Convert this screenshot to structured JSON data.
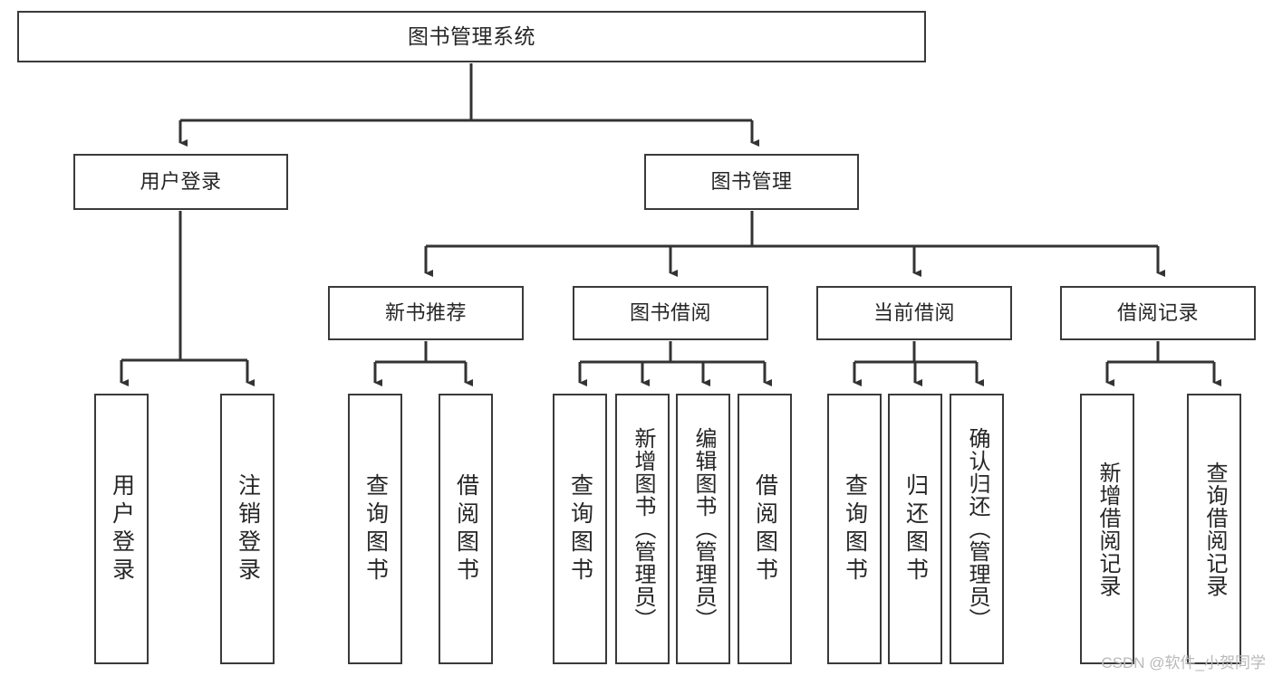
{
  "diagram": {
    "type": "tree-hierarchy",
    "title": "图书管理系统",
    "watermark": "CSDN @软件_小贺同学",
    "colors": {
      "box_border": "#3a3a3a",
      "box_fill": "#ffffff",
      "connector": "#333333",
      "text": "#262626",
      "background": "#ffffff",
      "watermark": "#b9b9b9"
    },
    "levels": [
      {
        "level": 1,
        "name": "root"
      },
      {
        "level": 2,
        "name": "modules"
      },
      {
        "level": 3,
        "name": "sub-modules"
      },
      {
        "level": 4,
        "name": "operations"
      }
    ]
  },
  "nodes": {
    "root": {
      "id": "root",
      "label": "图书管理系统",
      "level": 1
    },
    "level2": [
      {
        "id": "user-login",
        "label": "用户登录",
        "level": 2
      },
      {
        "id": "book-manage",
        "label": "图书管理",
        "level": 2
      }
    ],
    "level3": [
      {
        "id": "new-book-recommend",
        "label": "新书推荐",
        "level": 3,
        "parent": "book-manage"
      },
      {
        "id": "book-borrow",
        "label": "图书借阅",
        "level": 3,
        "parent": "book-manage"
      },
      {
        "id": "current-borrow",
        "label": "当前借阅",
        "level": 3,
        "parent": "book-manage"
      },
      {
        "id": "borrow-record",
        "label": "借阅记录",
        "level": 3,
        "parent": "book-manage"
      }
    ],
    "leaves": [
      {
        "id": "leaf-user-login",
        "label": "用户登录",
        "parent": "user-login"
      },
      {
        "id": "leaf-user-logout",
        "label": "注销登录",
        "parent": "user-login"
      },
      {
        "id": "leaf-query-book-rec",
        "label": "查询图书",
        "parent": "new-book-recommend"
      },
      {
        "id": "leaf-borrow-book-rec",
        "label": "借阅图书",
        "parent": "new-book-recommend"
      },
      {
        "id": "leaf-query-book-borrow",
        "label": "查询图书",
        "parent": "book-borrow"
      },
      {
        "id": "leaf-add-book",
        "label": "新增图书（管理员）",
        "parent": "book-borrow"
      },
      {
        "id": "leaf-edit-book",
        "label": "编辑图书（管理员）",
        "parent": "book-borrow"
      },
      {
        "id": "leaf-borrow-book",
        "label": "借阅图书",
        "parent": "book-borrow"
      },
      {
        "id": "leaf-query-book-cur",
        "label": "查询图书",
        "parent": "current-borrow"
      },
      {
        "id": "leaf-return-book",
        "label": "归还图书",
        "parent": "current-borrow"
      },
      {
        "id": "leaf-confirm-return",
        "label": "确认归还（管理员）",
        "parent": "current-borrow"
      },
      {
        "id": "leaf-add-record",
        "label": "新增借阅记录",
        "parent": "borrow-record"
      },
      {
        "id": "leaf-query-record",
        "label": "查询借阅记录",
        "parent": "borrow-record"
      }
    ]
  }
}
